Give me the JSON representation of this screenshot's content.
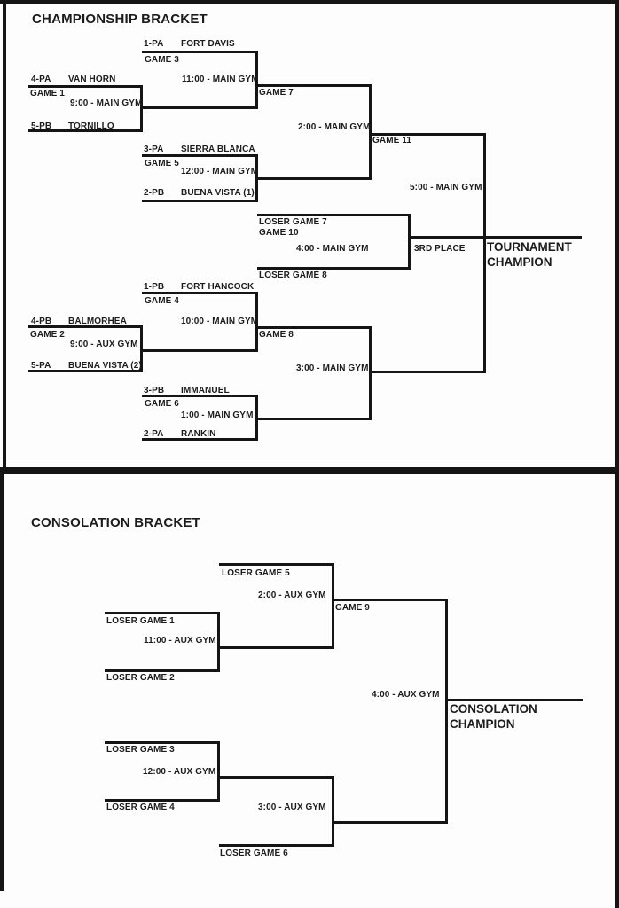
{
  "colors": {
    "line": "#151515",
    "paper": "#fdfdfd",
    "ink": "#1c1c1c"
  },
  "championship": {
    "title": "CHAMPIONSHIP BRACKET",
    "game1": {
      "name": "GAME 1",
      "time": "9:00 - MAIN GYM",
      "top_seed": "4-PA",
      "top_team": "VAN HORN",
      "bottom_seed": "5-PB",
      "bottom_team": "TORNILLO"
    },
    "game2": {
      "name": "GAME 2",
      "time": "9:00 - AUX GYM",
      "top_seed": "4-PB",
      "top_team": "BALMORHEA",
      "bottom_seed": "5-PA",
      "bottom_team": "BUENA VISTA (2)"
    },
    "game3": {
      "name": "GAME 3",
      "time": "11:00 - MAIN GYM",
      "top_seed": "1-PA",
      "top_team": "FORT DAVIS"
    },
    "game4": {
      "name": "GAME 4",
      "time": "10:00 - MAIN GYM",
      "top_seed": "1-PB",
      "top_team": "FORT HANCOCK"
    },
    "game5": {
      "name": "GAME 5",
      "time": "12:00 - MAIN GYM",
      "top_seed": "3-PA",
      "top_team": "SIERRA BLANCA",
      "bottom_seed": "2-PB",
      "bottom_team": "BUENA VISTA (1)"
    },
    "game6": {
      "name": "GAME 6",
      "time": "1:00 - MAIN GYM",
      "top_seed": "3-PB",
      "top_team": "IMMANUEL",
      "bottom_seed": "2-PA",
      "bottom_team": "RANKIN"
    },
    "game7": {
      "name": "GAME 7",
      "time": "2:00 - MAIN GYM"
    },
    "game8": {
      "name": "GAME 8",
      "time": "3:00 - MAIN GYM"
    },
    "game10": {
      "name": "GAME 10",
      "time": "4:00 - MAIN GYM",
      "top_source": "LOSER GAME 7",
      "bottom_source": "LOSER GAME 8",
      "result": "3RD PLACE"
    },
    "game11": {
      "name": "GAME 11",
      "time": "5:00 - MAIN GYM"
    },
    "champion_line1": "TOURNAMENT",
    "champion_line2": "CHAMPION"
  },
  "consolation": {
    "title": "CONSOLATION BRACKET",
    "semi_top": {
      "top_source": "LOSER GAME 5",
      "time": "2:00 - AUX GYM"
    },
    "round1_top": {
      "top_source": "LOSER GAME 1",
      "time": "11:00 - AUX GYM",
      "bottom_source": "LOSER GAME 2"
    },
    "round1_bottom": {
      "top_source": "LOSER GAME 3",
      "time": "12:00 - AUX GYM",
      "bottom_source": "LOSER GAME 4"
    },
    "semi_bottom": {
      "time": "3:00 - AUX GYM",
      "bottom_source": "LOSER GAME 6"
    },
    "game9": {
      "name": "GAME 9",
      "time": "4:00 - AUX GYM"
    },
    "champion_line1": "CONSOLATION",
    "champion_line2": "CHAMPION"
  }
}
